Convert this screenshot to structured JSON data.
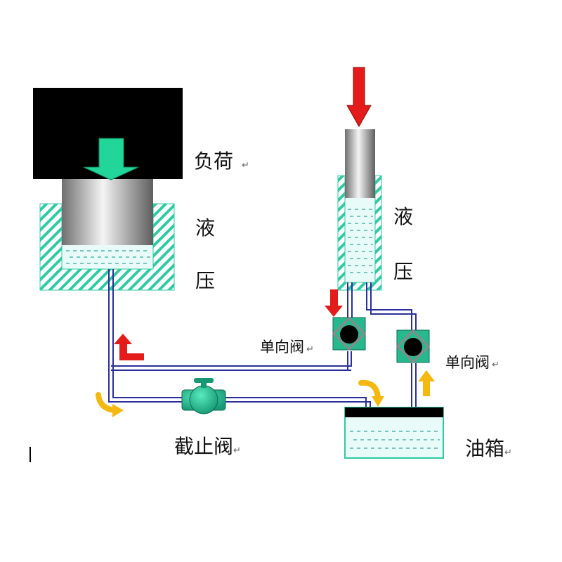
{
  "labels": {
    "load": "负荷",
    "liquid_big": "液",
    "press_big": "压",
    "liquid_small": "液",
    "press_small": "压",
    "check_valve_left": "单向阀",
    "check_valve_right": "单向阀",
    "stop_valve": "截止阀",
    "oil_tank": "油箱",
    "return_mark": "↵"
  },
  "colors": {
    "load_block": "#000000",
    "teal_hatch": "#2fcaa4",
    "oil_fill": "#e9fbf8",
    "oil_dash": "#37a7a0",
    "pipe_blue": "#2a2f9a",
    "arrow_red": "#e31b1b",
    "arrow_yellow": "#f4b80e",
    "arrow_green": "#22d69a",
    "valve_green": "#27b98e"
  }
}
